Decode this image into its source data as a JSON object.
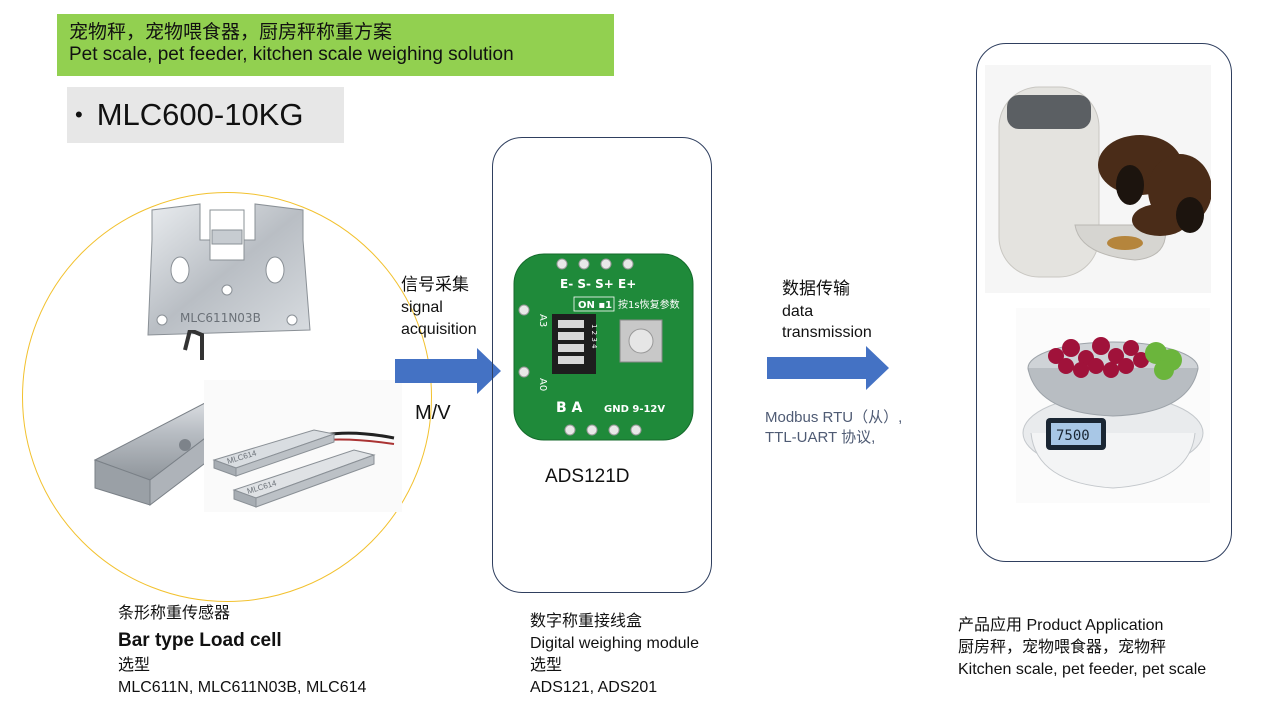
{
  "banner": {
    "title_zh": "宠物秤，宠物喂食器，厨房秤称重方案",
    "title_en": "Pet scale, pet feeder, kitchen scale weighing solution"
  },
  "model": {
    "bullet": "•",
    "label": "MLC600-10KG"
  },
  "signal": {
    "zh": "信号采集",
    "en_line1": "signal",
    "en_line2": "acquisition",
    "unit": "M/V"
  },
  "transmission": {
    "zh": "数据传输",
    "en_line1": "data",
    "en_line2": "transmission",
    "protocol_line1": "Modbus RTU（从）,",
    "protocol_line2": "TTL-UART 协议,"
  },
  "module": {
    "name": "ADS121D",
    "pcb": {
      "top_pins": "E-  S-  S+  E+",
      "switch_label": "ON ▪1",
      "button_label": "按1s恢复参数",
      "side_top": "A3",
      "side_bottom": "A0",
      "switch_numbers": "1 2 3 4",
      "bottom_pins": "B  A",
      "power": "GND  9-12V"
    }
  },
  "sensor": {
    "bracket_marking": "MLC611N03B",
    "cell_marking": "MLC614"
  },
  "captions": {
    "sensor": {
      "zh": "条形称重传感器",
      "en": "Bar type Load cell",
      "select": "选型",
      "models": "MLC611N, MLC611N03B, MLC614"
    },
    "module": {
      "zh": "数字称重接线盒",
      "en": "Digital weighing module",
      "select": "选型",
      "models": "ADS121, ADS201"
    },
    "application": {
      "line1": "产品应用 Product Application",
      "line2": "厨房秤，宠物喂食器，宠物秤",
      "line3": "Kitchen scale, pet feeder, pet scale"
    }
  },
  "scale_display": "7500",
  "colors": {
    "banner": "#92d050",
    "arrow": "#4472c4",
    "frame": "#2f3f5f",
    "circle": "#f2c12e",
    "pcb": "#1f8a3a",
    "protocol_text": "#4f5b74"
  }
}
